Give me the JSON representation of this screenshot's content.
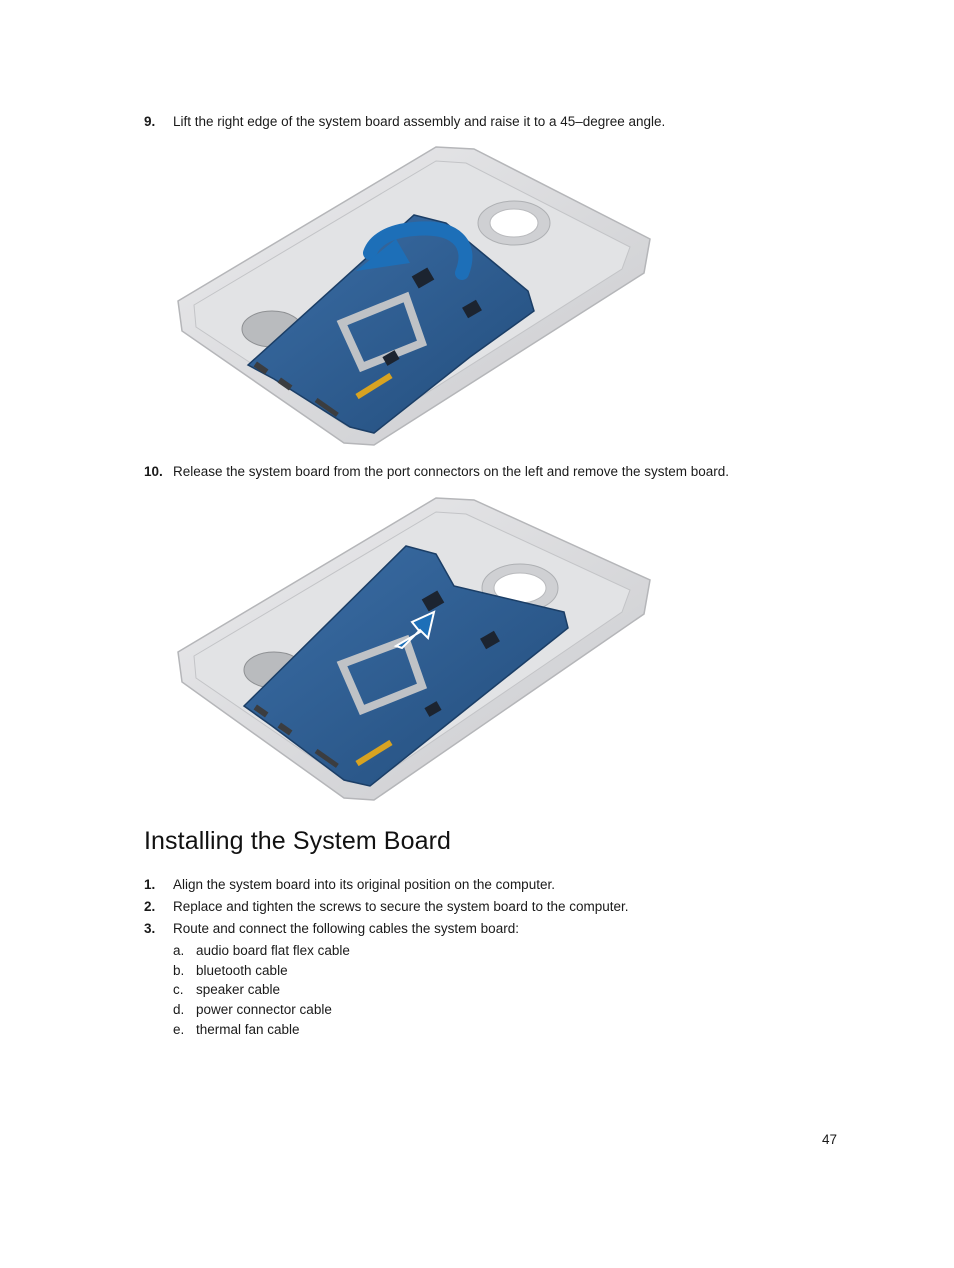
{
  "steps_before": [
    {
      "number": "9.",
      "text": "Lift the right edge of the system board assembly and raise it to a 45–degree angle."
    },
    {
      "number": "10.",
      "text": "Release the system board from the port connectors on the left and remove the system board."
    }
  ],
  "section": {
    "title": "Installing the System Board",
    "steps": [
      {
        "number": "1.",
        "text": "Align the system board into its original position on the computer."
      },
      {
        "number": "2.",
        "text": "Replace and tighten the screws to secure the system board to the computer."
      },
      {
        "number": "3.",
        "text": "Route and connect the following cables the system board:"
      }
    ],
    "cables": [
      {
        "letter": "a.",
        "text": "audio board flat flex cable"
      },
      {
        "letter": "b.",
        "text": "bluetooth cable"
      },
      {
        "letter": "c.",
        "text": "speaker cable"
      },
      {
        "letter": "d.",
        "text": "power connector cable"
      },
      {
        "letter": "e.",
        "text": "thermal fan cable"
      }
    ]
  },
  "page_number": "47",
  "colors": {
    "board_blue": "#2f5f93",
    "chassis_gray": "#d9dadc",
    "arrow_blue": "#1d6fb8"
  }
}
